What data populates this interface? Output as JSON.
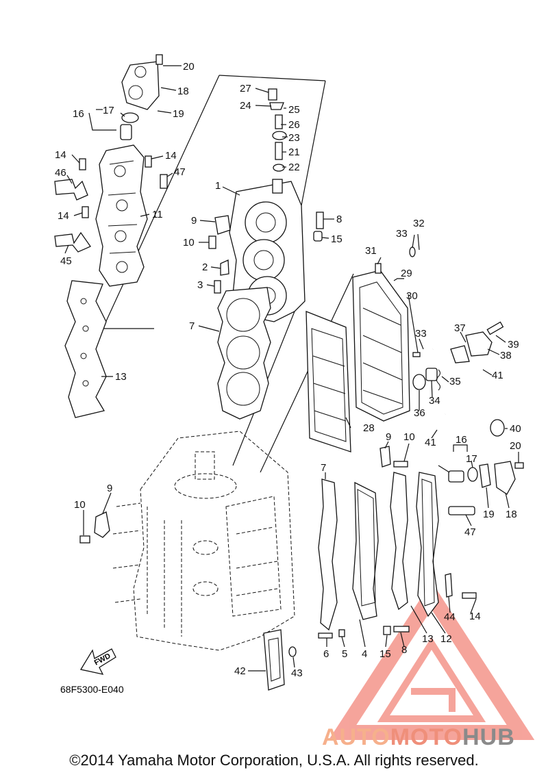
{
  "diagram": {
    "code": "68F5300-E040",
    "fwd_label": "FWD",
    "callouts": {
      "c1": "1",
      "c2": "2",
      "c3": "3",
      "c4": "4",
      "c5": "5",
      "c6": "6",
      "c7a": "7",
      "c7b": "7",
      "c8a": "8",
      "c8b": "8",
      "c9a": "9",
      "c9b": "9",
      "c9c": "9",
      "c10a": "10",
      "c10b": "10",
      "c10c": "10",
      "c11": "11",
      "c12": "12",
      "c13a": "13",
      "c13b": "13",
      "c14a": "14",
      "c14b": "14",
      "c14c": "14",
      "c14d": "14",
      "c15a": "15",
      "c15b": "15",
      "c16a": "16",
      "c16b": "16",
      "c17a": "17",
      "c17b": "17",
      "c18a": "18",
      "c18b": "18",
      "c19a": "19",
      "c19b": "19",
      "c20a": "20",
      "c20b": "20",
      "c21": "21",
      "c22": "22",
      "c23": "23",
      "c24": "24",
      "c25": "25",
      "c26": "26",
      "c27": "27",
      "c28": "28",
      "c29": "29",
      "c30": "30",
      "c31": "31",
      "c32": "32",
      "c33a": "33",
      "c33b": "33",
      "c34": "34",
      "c35": "35",
      "c36": "36",
      "c37": "37",
      "c38": "38",
      "c39": "39",
      "c40": "40",
      "c41a": "41",
      "c41b": "41",
      "c42": "42",
      "c43": "43",
      "c44": "44",
      "c45": "45",
      "c46": "46",
      "c47a": "47",
      "c47b": "47"
    }
  },
  "watermark": {
    "text_a": "AUTO",
    "text_b": "MOTO",
    "text_c": "HUB",
    "color_a": "#f6b08c",
    "color_b": "#ef8f7a",
    "color_c": "#8a8a8a",
    "triangle_color": "#ee5a4a"
  },
  "footer": {
    "copyright": "©2014 Yamaha Motor Corporation, U.S.A. All rights reserved."
  }
}
